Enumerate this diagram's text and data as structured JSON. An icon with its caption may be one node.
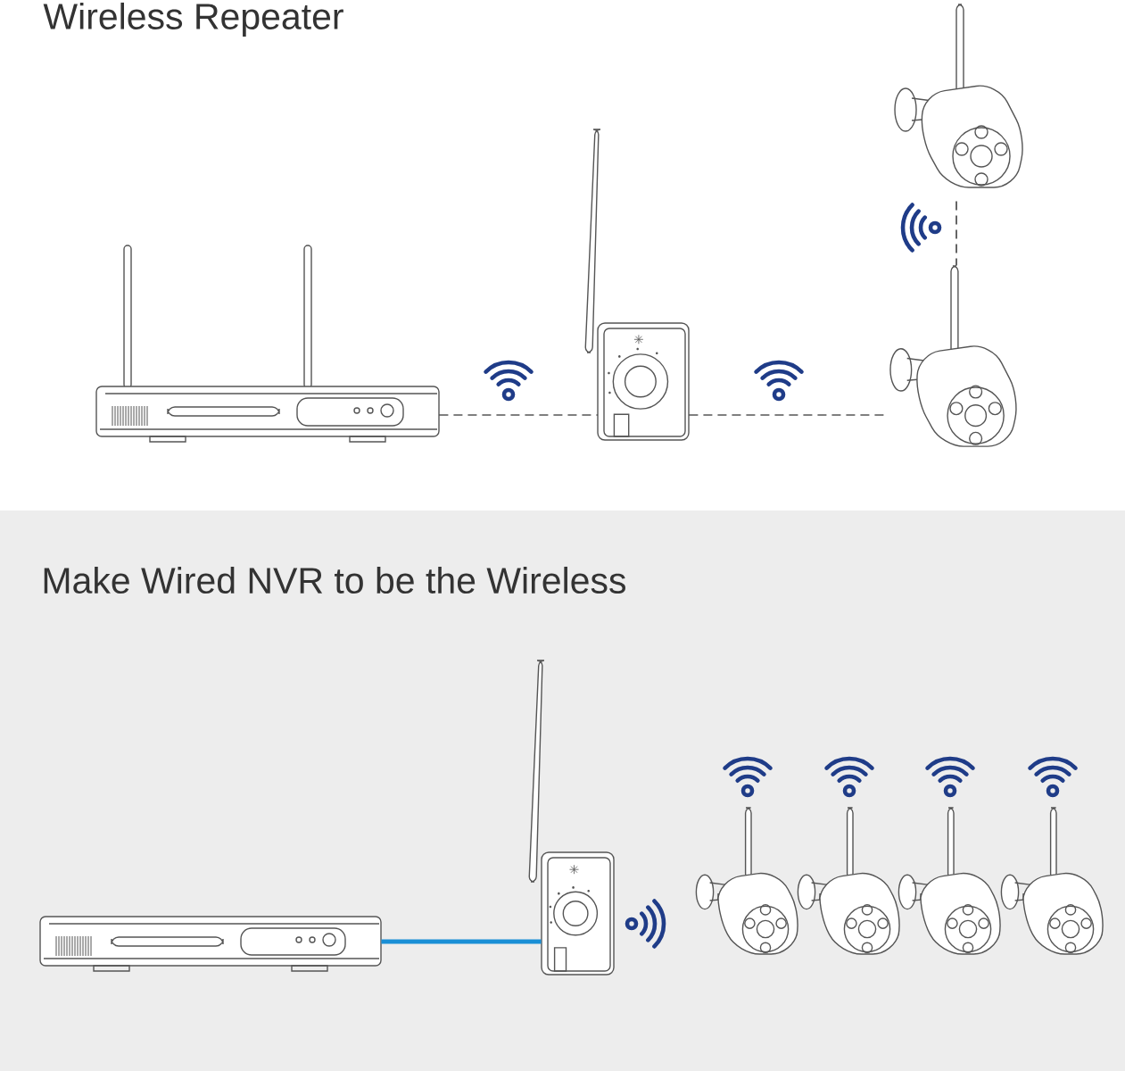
{
  "diagram": {
    "nodes": [
      {
        "text": [],
        "shape": "picture"
      },
      {
        "text": [],
        "shape": "picture"
      },
      {
        "text": [],
        "shape": "picture"
      },
      {
        "text": [],
        "shape": "picture"
      },
      {
        "text": [],
        "shape": "picture"
      },
      {
        "text": [],
        "shape": "picture"
      },
      {
        "text": [],
        "shape": "picture"
      },
      {
        "text": [],
        "shape": "picture"
      },
      {
        "text": [],
        "shape": "picture"
      },
      {
        "text": [],
        "shape": "picture"
      }
    ],
    "edges": [
      {
        "from": 0,
        "to": 1,
        "arrow": "none",
        "style": "dashed"
      },
      {
        "from": 1,
        "to": 3,
        "arrow": "none",
        "style": "dashed"
      },
      {
        "from": 2,
        "to": 3,
        "arrow": "none",
        "style": "dashed"
      },
      {
        "from": 4,
        "to": 5,
        "arrow": "none",
        "style": "thick",
        "color": "#1a8fd6"
      }
    ],
    "labels": [
      "Wireless Repeater",
      "Make Wired NVR to be the Wireless"
    ]
  }
}
